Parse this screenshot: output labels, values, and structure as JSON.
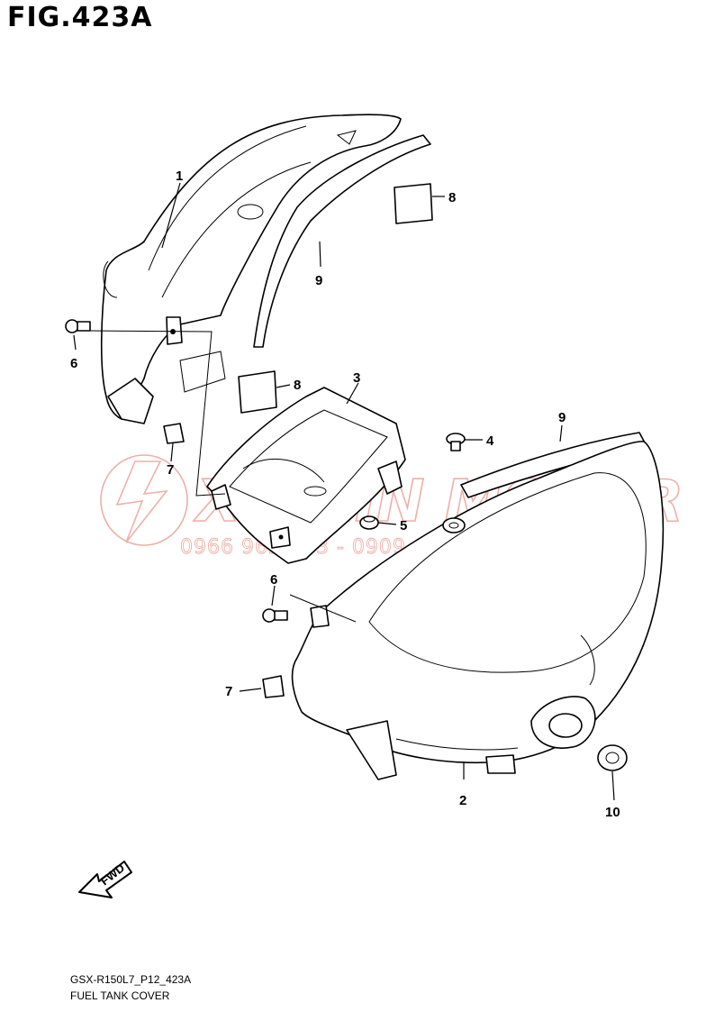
{
  "figure": {
    "title": "FIG.423A",
    "model_code": "GSX-R150L7_P12_423A",
    "section_name": "FUEL TANK COVER"
  },
  "watermark": {
    "brand": "XINXIN MOTOR",
    "phone": "0966 962 993 - 0909 666 983",
    "color": "#e07060"
  },
  "direction_indicator": {
    "label": "FWD"
  },
  "callouts": [
    {
      "id": "c1",
      "label": "1"
    },
    {
      "id": "c2",
      "label": "2"
    },
    {
      "id": "c3",
      "label": "3"
    },
    {
      "id": "c4",
      "label": "4"
    },
    {
      "id": "c5",
      "label": "5"
    },
    {
      "id": "c6a",
      "label": "6"
    },
    {
      "id": "c6b",
      "label": "6"
    },
    {
      "id": "c7a",
      "label": "7"
    },
    {
      "id": "c7b",
      "label": "7"
    },
    {
      "id": "c8a",
      "label": "8"
    },
    {
      "id": "c8b",
      "label": "8"
    },
    {
      "id": "c9a",
      "label": "9"
    },
    {
      "id": "c9b",
      "label": "9"
    },
    {
      "id": "c10",
      "label": "10"
    }
  ]
}
